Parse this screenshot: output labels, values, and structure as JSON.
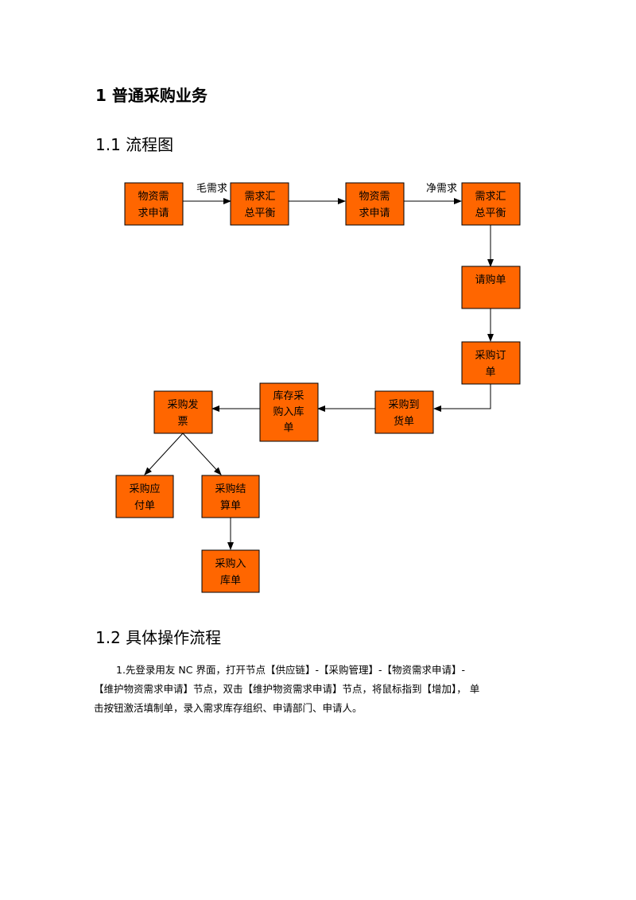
{
  "heading1": "1 普通采购业务",
  "section1_title": "1.1 流程图",
  "section2_title": "1.2 具体操作流程",
  "flowchart": {
    "nodes": {
      "n1": [
        "物资需",
        "求申请"
      ],
      "n2": [
        "需求汇",
        "总平衡"
      ],
      "n3": [
        "物资需",
        "求申请"
      ],
      "n4": [
        "需求汇",
        "总平衡"
      ],
      "n5": [
        "请购单"
      ],
      "n6": [
        "采购订",
        "单"
      ],
      "n7": [
        "采购到",
        "货单"
      ],
      "n8": [
        "库存采",
        "购入库",
        "单"
      ],
      "n9": [
        "采购发",
        "票"
      ],
      "n10": [
        "采购应",
        "付单"
      ],
      "n11": [
        "采购结",
        "算单"
      ],
      "n12": [
        "采购入",
        "库单"
      ]
    },
    "edge_labels": {
      "gross": "毛需求",
      "net": "净需求"
    },
    "colors": {
      "box_fill": "#ff6600",
      "stroke": "#000000"
    }
  },
  "paragraph_lines": [
    "1.先登录用友 NC 界面，打开节点【供应链】-【采购管理】-【物资需求申请】-",
    "【维护物资需求申请】节点，双击【维护物资需求申请】节点，将鼠标指到【增加】，  单",
    "击按钮激活填制单，录入需求库存组织、申请部门、申请人。"
  ]
}
